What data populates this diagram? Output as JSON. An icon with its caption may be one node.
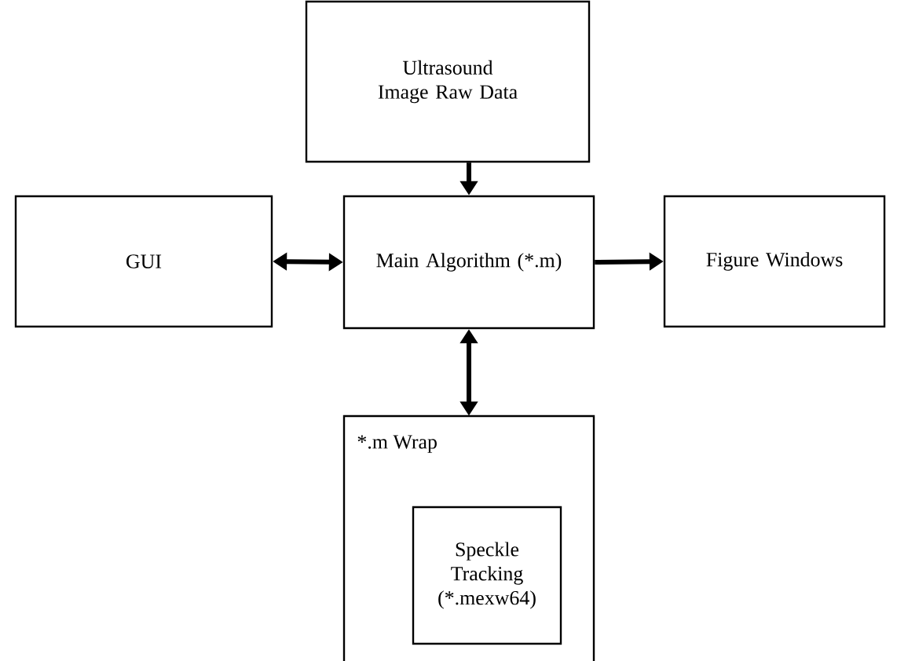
{
  "diagram": {
    "nodes": [
      {
        "text": [
          "Ultrasound Image Raw Data"
        ]
      },
      {
        "text": [
          "GUI"
        ]
      },
      {
        "text": [
          "Main Algorithm (*.m)"
        ]
      },
      {
        "text": [
          "Figure Windows"
        ]
      },
      {
        "text": [
          "*.m Wrap"
        ]
      },
      {
        "text": [
          "Speckle Tracking (*.mexw64)"
        ],
        "in": 4
      }
    ],
    "edges": [
      {
        "from": 0,
        "to": 2,
        "arrow": "to"
      },
      {
        "from": 1,
        "to": 2,
        "arrow": "both"
      },
      {
        "from": 2,
        "to": 3,
        "arrow": "to"
      },
      {
        "from": 2,
        "to": 4,
        "arrow": "both"
      }
    ]
  }
}
